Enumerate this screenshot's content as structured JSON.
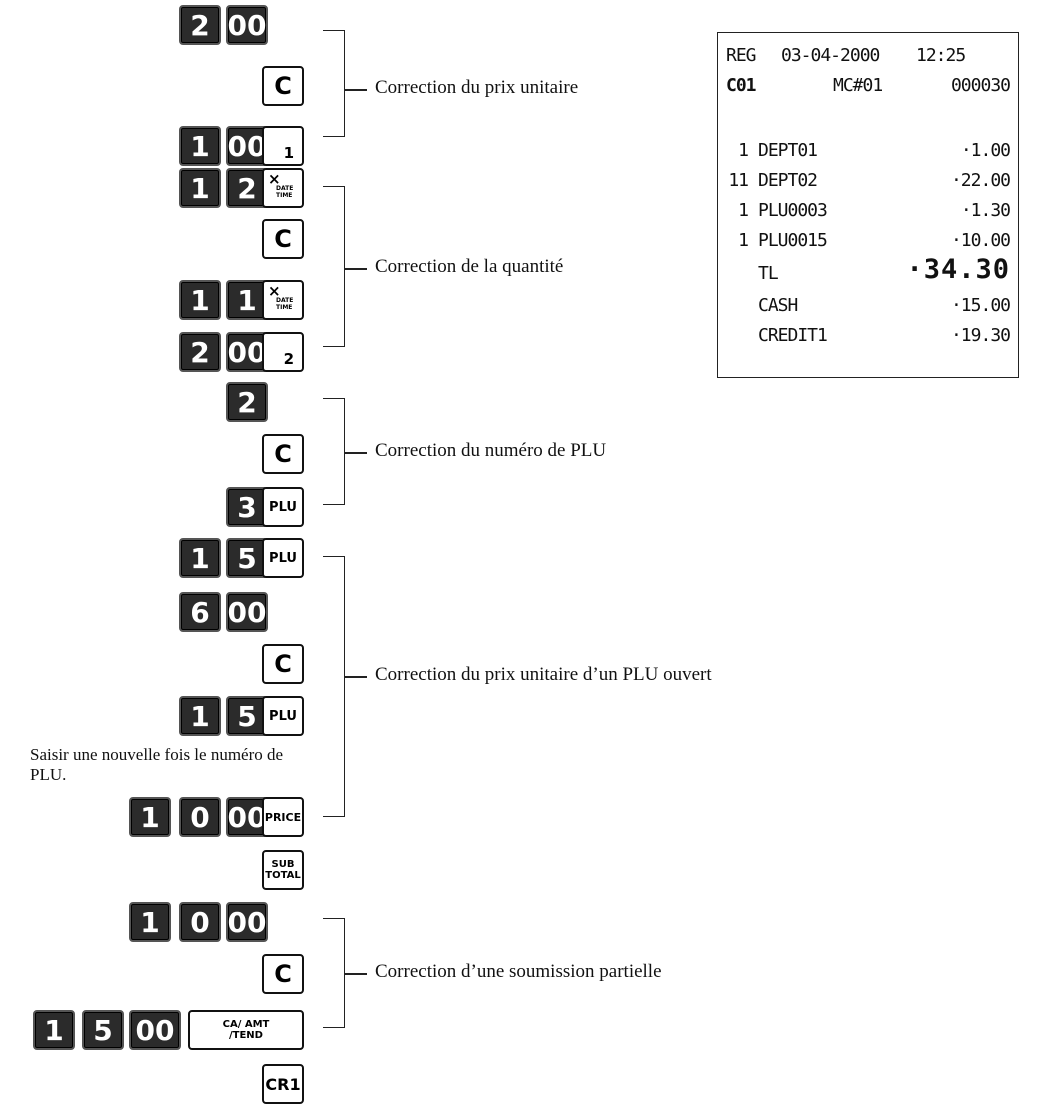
{
  "labels": {
    "g1": "Correction du prix unitaire",
    "g2": "Correction de la quantité",
    "g3": "Correction du numéro de PLU",
    "g4": "Correction du prix unitaire d’un PLU ouvert",
    "g5": "Correction d’une soumission partielle"
  },
  "note": "Saisir une nouvelle fois le numéro de PLU.",
  "keys": {
    "k0": "0",
    "k1": "1",
    "k2": "2",
    "k3": "3",
    "k5": "5",
    "k6": "6",
    "k00": "00",
    "c": "C",
    "dept1": "1",
    "dept2": "2",
    "plu": "PLU",
    "price": "PRICE",
    "sub": "SUB",
    "total": "TOTAL",
    "x_sym": "×",
    "x_date": "DATE",
    "x_time": "TIME",
    "ca_top": "CA/ AMT",
    "ca_bottom": "/TEND",
    "cr1": "CR1"
  },
  "receipt": {
    "header_left": "REG",
    "header_date": "03-04-2000",
    "header_time": "12:25",
    "clerk": "C01",
    "machine": "MC#01",
    "consec": "000030",
    "items": [
      {
        "qty": "1",
        "name": "DEPT01",
        "amount": "·1.00"
      },
      {
        "qty": "11",
        "name": "DEPT02",
        "amount": "·22.00"
      },
      {
        "qty": "1",
        "name": "PLU0003",
        "amount": "·1.30"
      },
      {
        "qty": "1",
        "name": "PLU0015",
        "amount": "·10.00"
      }
    ],
    "total_label": "TL",
    "total_amount": "·34.30",
    "cash_label": "CASH",
    "cash_amount": "·15.00",
    "credit_label": "CREDIT1",
    "credit_amount": "·19.30"
  }
}
